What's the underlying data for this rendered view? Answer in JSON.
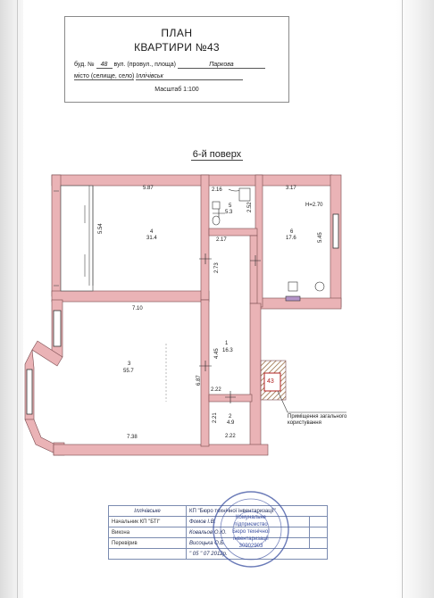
{
  "header": {
    "title_line1": "ПЛАН",
    "title_line2": "КВАРТИРИ №43",
    "building_label": "буд. №",
    "building_number": "48",
    "street_label": "вул. (провул., площа)",
    "street_value": "Паркова",
    "city_label": "місто (селище, село)",
    "city_value": "Іллічівськ",
    "scale": "Масштаб 1:100"
  },
  "floor_title": "6-й поверх",
  "rooms": [
    {
      "id": "1",
      "area": "16.3"
    },
    {
      "id": "2",
      "area": "4.9"
    },
    {
      "id": "3",
      "area": "55.7"
    },
    {
      "id": "4",
      "area": "31.4"
    },
    {
      "id": "5",
      "area": "5.3"
    },
    {
      "id": "6",
      "area": "17.6"
    }
  ],
  "dimensions": {
    "d_5_87": "5.87",
    "d_5_54": "5.54",
    "d_2_16": "2.16",
    "d_2_52": "2.52",
    "d_2_17": "2.17",
    "d_2_73": "2.73",
    "d_3_17": "3.17",
    "d_h": "H=2.70",
    "d_5_45": "5.45",
    "d_7_10": "7.10",
    "d_4_45": "4.45",
    "d_6_87": "6.87",
    "d_2_22a": "2.22",
    "d_2_21": "2.21",
    "d_2_22b": "2.22",
    "d_7_38": "7.38"
  },
  "apartment_tag": "43",
  "common_area_note_line1": "Приміщення загального",
  "common_area_note_line2": "користування",
  "stamp": {
    "city": "Іллічівське",
    "org": "КП \"Бюро технічної інвентаризації\"",
    "rows": [
      {
        "label": "Начальник КП \"БТІ\"",
        "name": "Фомов І.В."
      },
      {
        "label": "Викона",
        "name": "Ковальов О.Ю."
      },
      {
        "label": "Перевірив",
        "name": "Висоцька О.Б."
      }
    ],
    "date": "\" 05 \"   07     2012р."
  },
  "seal_text_1": "Комунальне",
  "seal_text_2": "підприємство",
  "seal_text_3": "Бюро технічної",
  "seal_text_4": "інвентаризації",
  "seal_code": "30902903"
}
